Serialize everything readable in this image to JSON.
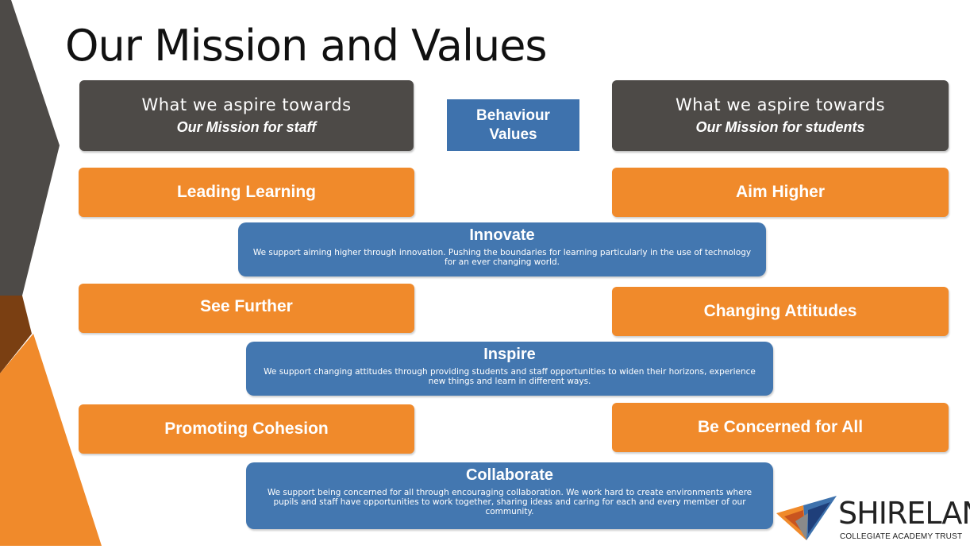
{
  "title": "Our Mission and Values",
  "colors": {
    "orange": "#f08a2b",
    "dark_grey": "#4d4a47",
    "blue": "#4377b0"
  },
  "staff": {
    "heading": "What we aspire towards",
    "subheading": "Our Mission for staff"
  },
  "students": {
    "heading": "What we aspire towards",
    "subheading": "Our Mission for students"
  },
  "behaviour_values": {
    "line1": "Behaviour",
    "line2": "Values"
  },
  "staff_missions": [
    "Leading Learning",
    "See Further",
    "Promoting Cohesion"
  ],
  "student_missions": [
    "Aim Higher",
    "Changing Attitudes",
    "Be Concerned for All"
  ],
  "values": [
    {
      "name": "Innovate",
      "description": "We support aiming higher through innovation. Pushing the boundaries for learning particularly in the use of technology for an ever changing world."
    },
    {
      "name": "Inspire",
      "description": "We support changing attitudes through providing students and staff opportunities to widen their horizons, experience new things and learn in different ways."
    },
    {
      "name": "Collaborate",
      "description": "We support being concerned for all through encouraging collaboration. We work hard to create environments where pupils and staff have opportunities to work together, sharing ideas and caring for each and every member of our community."
    }
  ],
  "logo": {
    "name": "SHIRELAND",
    "subtitle": "COLLEGIATE ACADEMY TRUST"
  }
}
